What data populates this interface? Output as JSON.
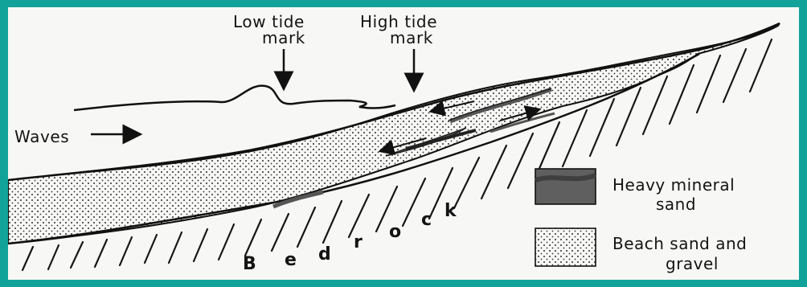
{
  "colors": {
    "frame": "#11a39a",
    "paper": "#f7f7f5",
    "ink": "#161616",
    "heavy_mineral": "#5f5f5f",
    "sand_dots": "#333333"
  },
  "labels": {
    "low_tide_line1": "Low tide",
    "low_tide_line2": "mark",
    "high_tide_line1": "High tide",
    "high_tide_line2": "mark",
    "waves": "Waves",
    "bedrock": [
      "B",
      "e",
      "d",
      "r",
      "o",
      "c",
      "k"
    ]
  },
  "legend": {
    "heavy_mineral_line1": "Heavy mineral",
    "heavy_mineral_line2": "sand",
    "beach_sand_line1": "Beach sand and",
    "beach_sand_line2": "gravel"
  },
  "icons": {
    "heavy_mineral_swatch": "heavy-mineral-swatch-icon",
    "beach_sand_swatch": "beach-sand-swatch-icon",
    "arrow": "down-arrow-icon"
  }
}
